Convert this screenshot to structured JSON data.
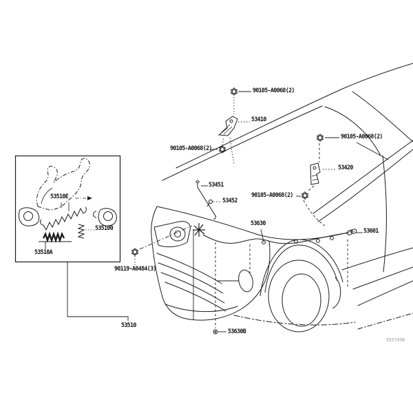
{
  "callouts": {
    "bolt_top": "90105-A0068(2)",
    "bolt_cowl": "90105-A0068(2)",
    "bolt_fender": "90105-A0068(2)",
    "bolt_hinge": "90105-A0068(2)",
    "hinge_rh": "53410",
    "hinge_lh": "53420",
    "support_rod": "53451",
    "rod_clip": "53452",
    "release_cable": "53630",
    "cable_grommet": "53601",
    "bolt_lock": "90119-A0484(3)",
    "cable_clip": "53630B",
    "hood_lock_assy": "53510"
  },
  "inset": {
    "spring_upper": "53510E",
    "spring_side": "535100",
    "spring_tension": "53510A"
  },
  "footer": {
    "doc_code": "5557498"
  },
  "colors": {
    "line": "#1b1b1b",
    "label": "#121212",
    "muted": "#9a9a9a"
  }
}
